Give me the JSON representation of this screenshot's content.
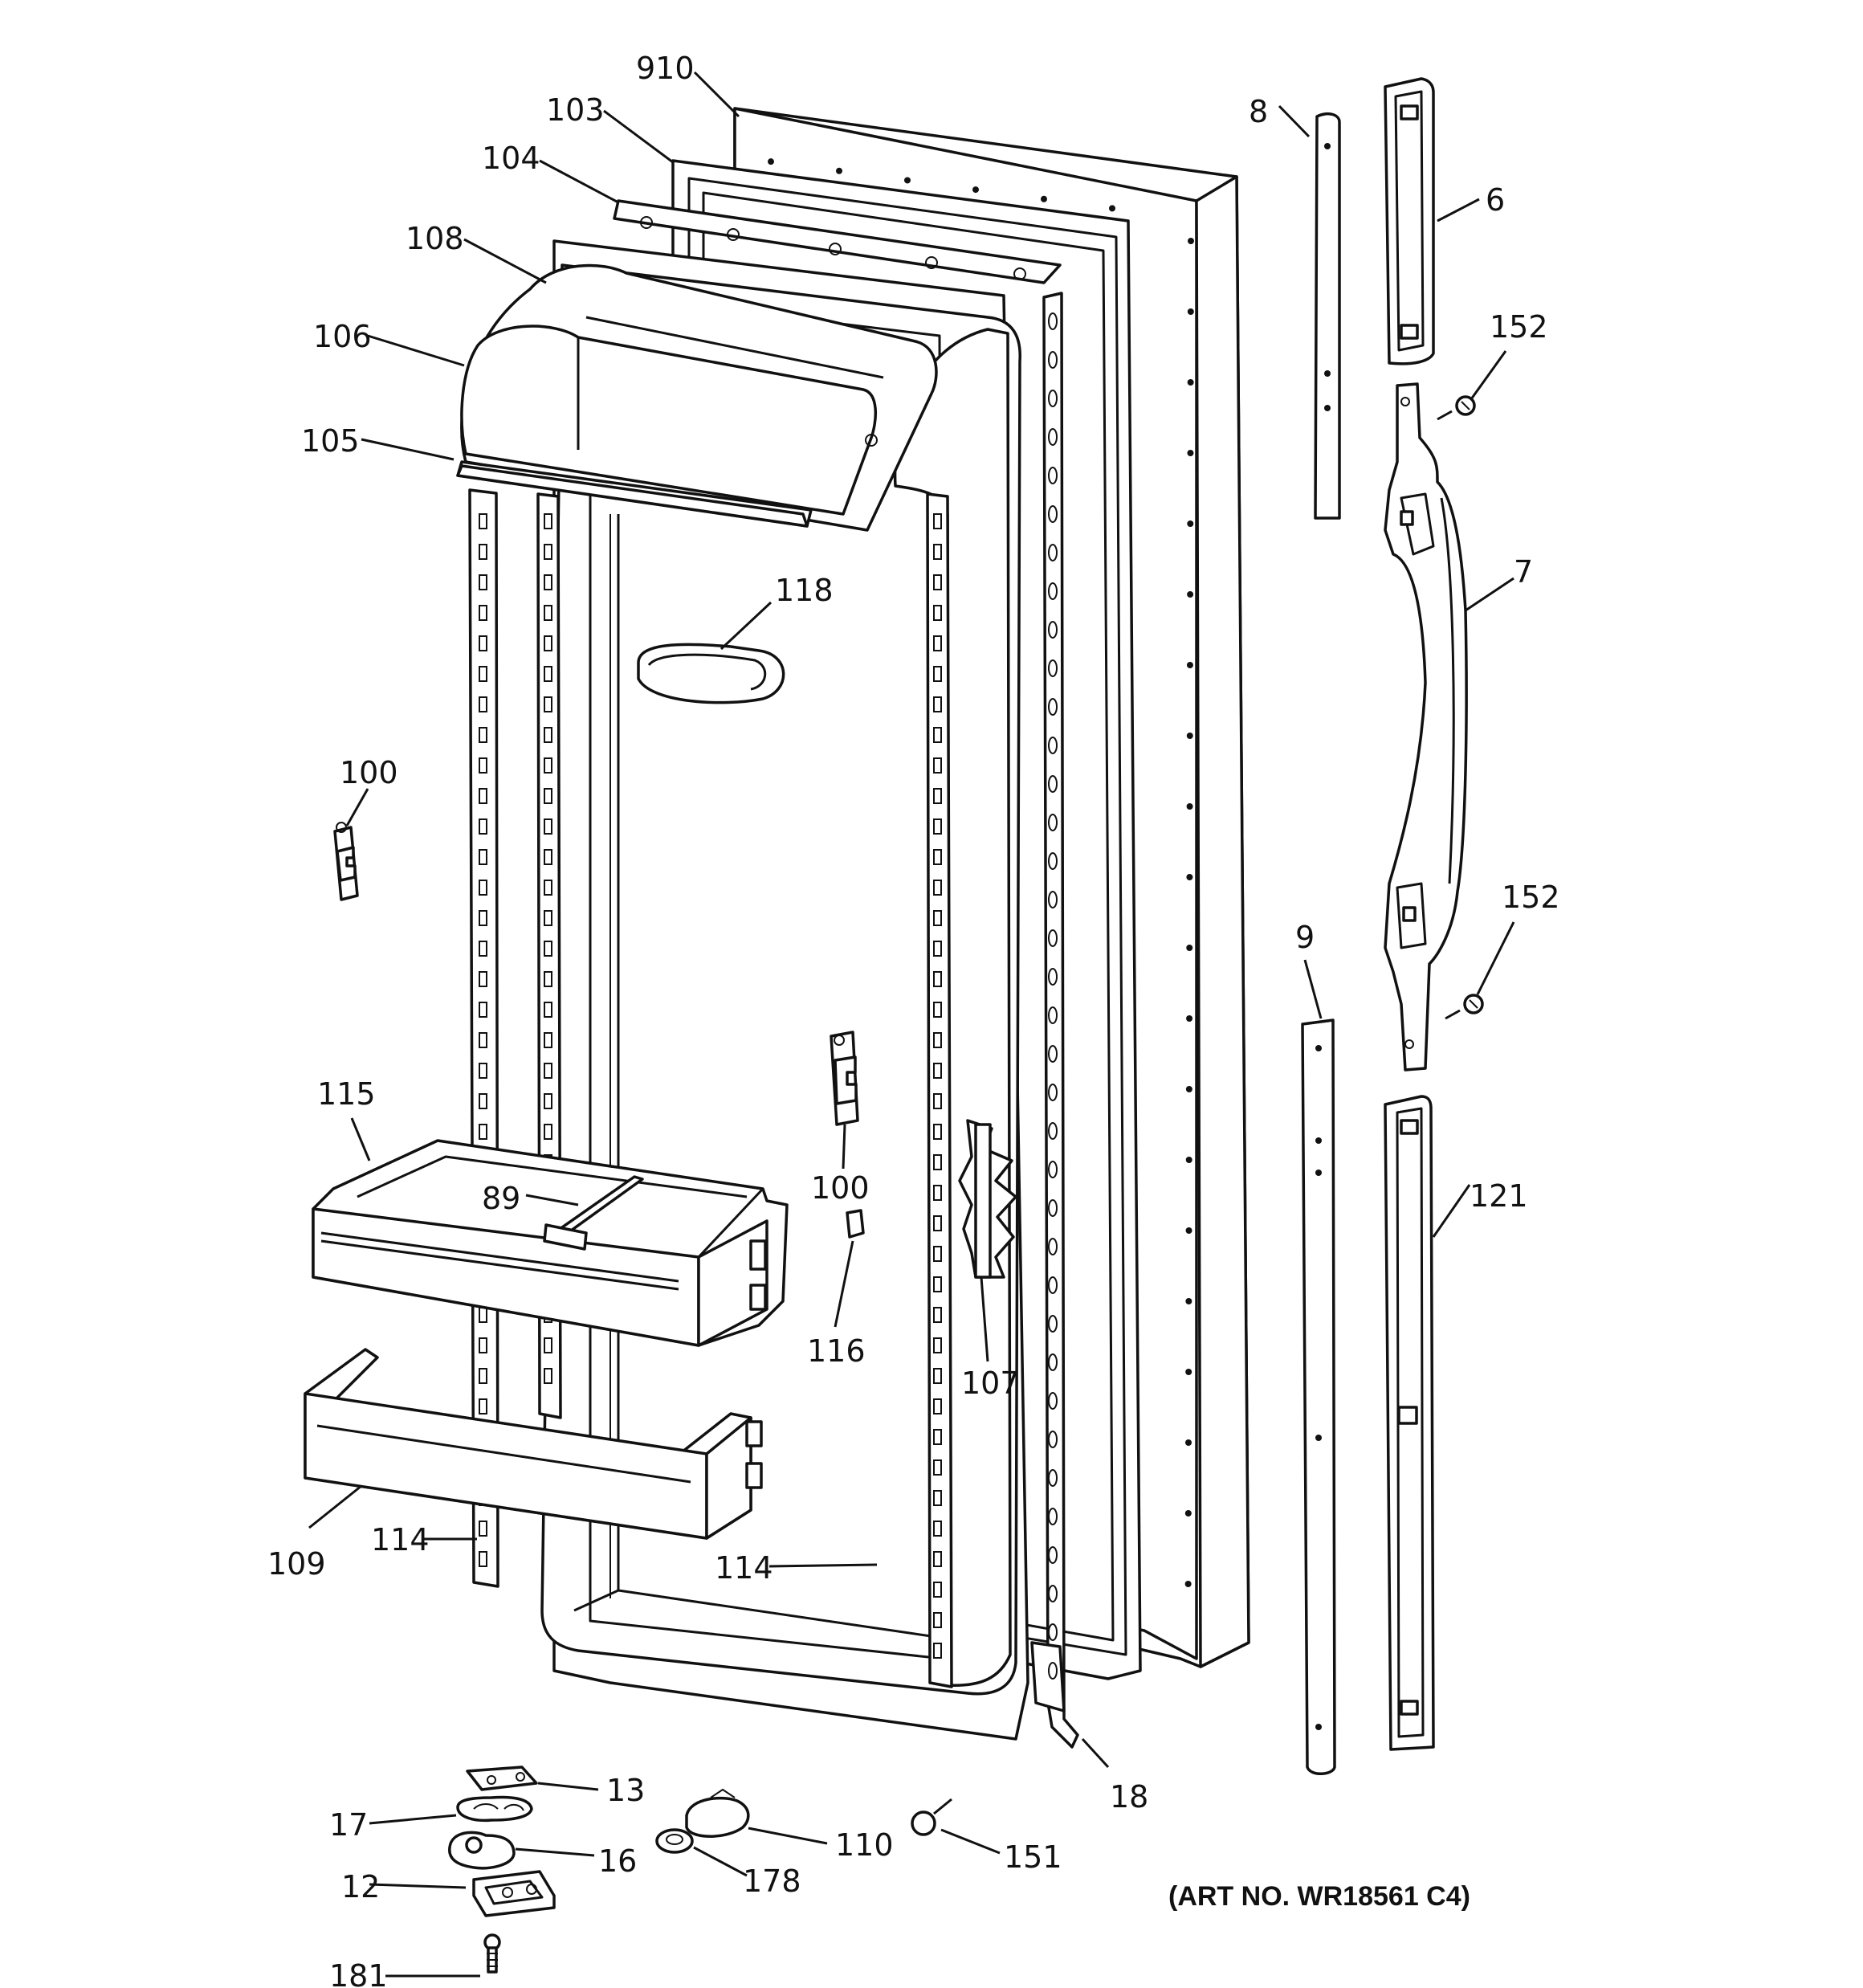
{
  "callouts": {
    "c910": "910",
    "c103": "103",
    "c104": "104",
    "c108": "108",
    "c106": "106",
    "c105": "105",
    "c118": "118",
    "c100a": "100",
    "c100b": "100",
    "c115": "115",
    "c89": "89",
    "c116": "116",
    "c107": "107",
    "c109": "109",
    "c114a": "114",
    "c114b": "114",
    "c8": "8",
    "c6": "6",
    "c152a": "152",
    "c7": "7",
    "c152b": "152",
    "c9": "9",
    "c121": "121",
    "c18": "18",
    "c13": "13",
    "c17": "17",
    "c16": "16",
    "c12": "12",
    "c181": "181",
    "c110": "110",
    "c178": "178",
    "c151": "151"
  },
  "art_number": "(ART NO. WR18561 C4)"
}
